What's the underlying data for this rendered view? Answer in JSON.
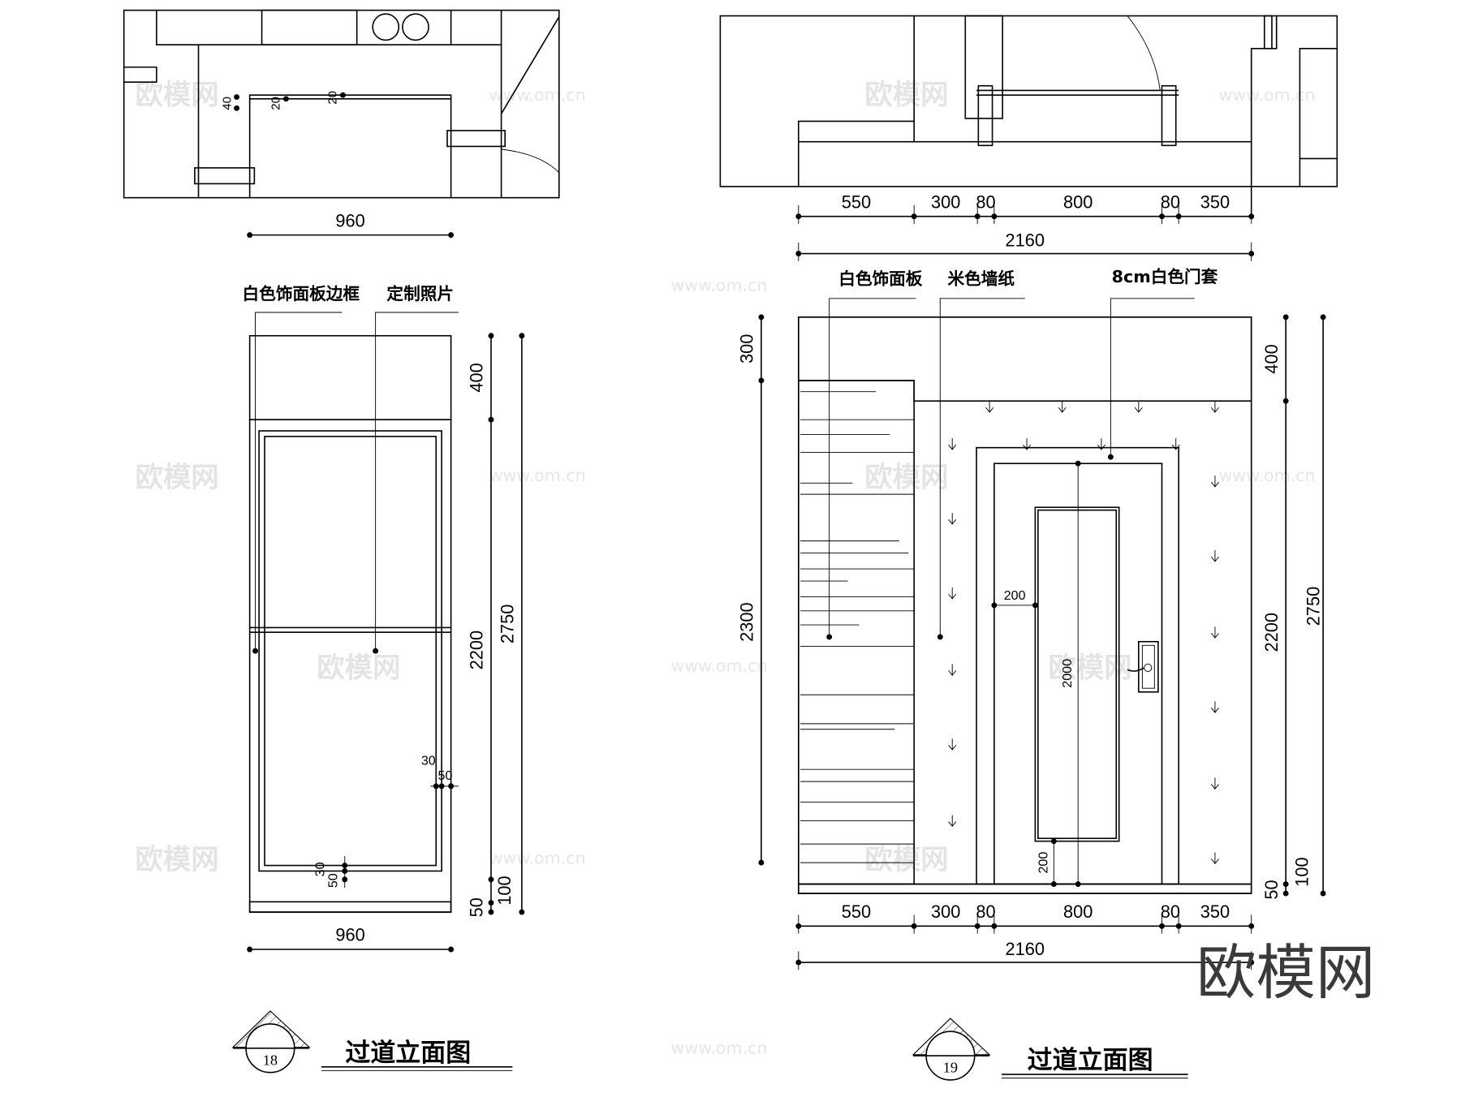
{
  "watermark": {
    "brand": "欧模网",
    "url": "www.om.cn"
  },
  "drawing_18": {
    "number": "18",
    "title": "过道立面图",
    "labels": {
      "frame": "白色饰面板边框",
      "photo": "定制照片"
    },
    "plan_dims": {
      "width": "960",
      "d40": "40",
      "d20a": "20",
      "d20b": "20"
    },
    "elev_dims": {
      "top": "400",
      "middle": "2200",
      "base": "100",
      "floor": "50",
      "total": "2750",
      "width": "960",
      "f30a": "30",
      "f50a": "50",
      "f30b": "30",
      "f50b": "50"
    }
  },
  "drawing_19": {
    "number": "19",
    "title": "过道立面图",
    "labels": {
      "panel": "白色饰面板",
      "wallpaper": "米色墙纸",
      "door_trim": "8cm白色门套"
    },
    "h_dims": [
      "550",
      "300",
      "80",
      "800",
      "80",
      "350"
    ],
    "total_width": "2160",
    "left_dims": {
      "top": "300",
      "panel": "2300"
    },
    "right_dims": {
      "top": "400",
      "middle": "2200",
      "base": "100",
      "floor": "50",
      "total": "2750"
    },
    "door_dims": {
      "side": "200",
      "height": "2000",
      "bottom": "200"
    }
  }
}
